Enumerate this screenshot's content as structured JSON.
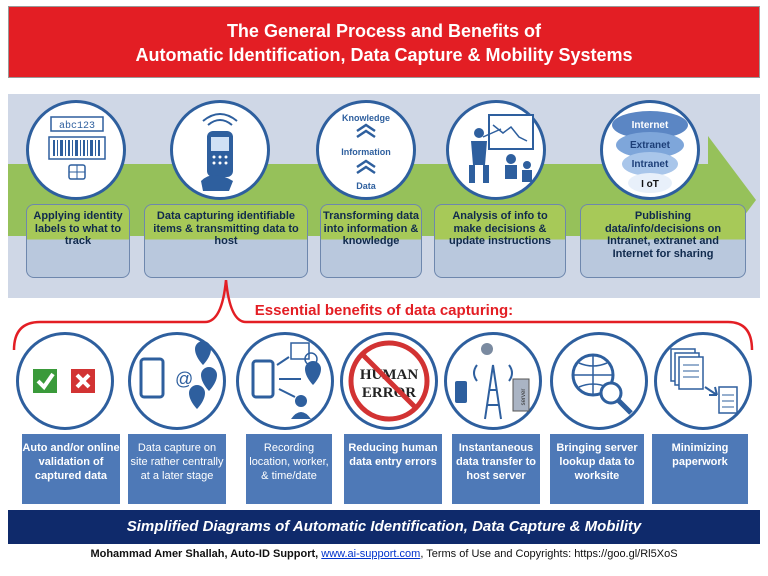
{
  "title": {
    "line1": "The General Process and Benefits of",
    "line2": "Automatic Identification, Data Capture & Mobility Systems"
  },
  "process": {
    "steps": [
      {
        "label": "Applying identity labels to what to track",
        "icon_text": "abc123"
      },
      {
        "label": "Data capturing identifiable items & transmitting data to host"
      },
      {
        "label": "Transforming data into information & knowledge",
        "icon_levels": [
          "Knowledge",
          "Information",
          "Data"
        ]
      },
      {
        "label": "Analysis of info to make decisions & update instructions"
      },
      {
        "label": "Publishing data/info/decisions on Intranet, extranet and Internet for sharing",
        "icon_levels": [
          "Internet",
          "Extranet",
          "Intranet",
          "I oT"
        ]
      }
    ]
  },
  "benefits_heading": "Essential benefits of data capturing:",
  "benefits": [
    {
      "label": "Auto and/or online validation of captured data"
    },
    {
      "label": "Data capture on site rather centrally at a later stage"
    },
    {
      "label": "Recording location, worker, & time/date"
    },
    {
      "label": "Reducing human data entry errors",
      "icon_text": [
        "HUMAN",
        "ERROR"
      ]
    },
    {
      "label": "Instantaneous data transfer to host server",
      "icon_text": "server"
    },
    {
      "label": "Bringing server lookup data to worksite"
    },
    {
      "label": "Minimizing paperwork"
    }
  ],
  "footer": {
    "banner": "Simplified Diagrams of Automatic Identification, Data Capture & Mobility",
    "credit_prefix": "Mohammad Amer Shallah, Auto-ID Support,",
    "credit_link": "www.ai-support.com",
    "credit_suffix": ", Terms of Use and Copyrights: https://goo.gl/Rl5XoS"
  },
  "colors": {
    "title_red": "#e31e24",
    "panel_bg": "#cfd7e6",
    "arrow_green": "#8fbf4a",
    "circle_border": "#2e5f9e",
    "benefit_box": "#4e79b7",
    "footer_navy": "#0f2a6b"
  }
}
